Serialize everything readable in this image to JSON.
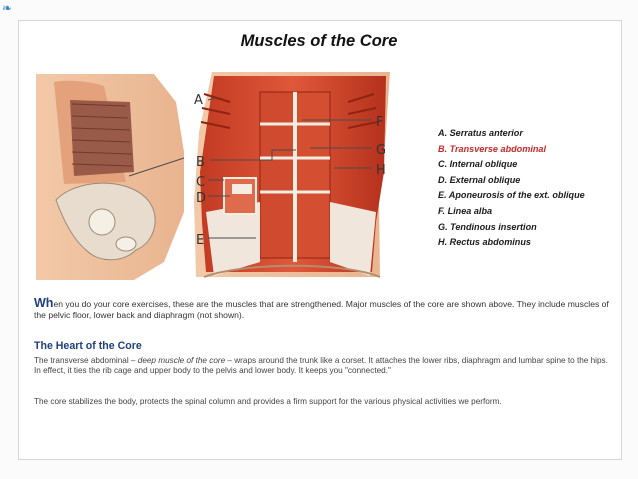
{
  "ornament": "❧",
  "title": "Muscles of the Core",
  "figure_letters": [
    "A",
    "B",
    "C",
    "D",
    "E",
    "F",
    "G",
    "H"
  ],
  "legend": [
    "A. Serratus anterior",
    "B. Transverse abdominal",
    "C. Internal oblique",
    "D. External oblique",
    "E. Aponeurosis of the ext. oblique",
    "F. Linea alba",
    "G. Tendinous insertion",
    "H. Rectus abdominus"
  ],
  "highlight_color": "#c62828",
  "intro_first": "Wh",
  "intro_rest": "en you do your core exercises, these are the muscles that are strengthened. Major muscles of the core are shown above. They include muscles of the pelvic floor, lower back and diaphragm (not shown).",
  "heading": "The Heart of the Core",
  "p1_before": "The transverse abdominal – ",
  "p1_em": "deep muscle of the core",
  "p1_after": " – wraps around the trunk like a corset. It attaches the lower ribs, diaphragm and lumbar spine to the hips. In effect, it ties the rib cage and upper body to the pelvis and lower body. It keeps you \"connected.\"",
  "p2": "The core stabilizes the body, protects the spinal column and provides a firm support for the various physical activities we perform."
}
